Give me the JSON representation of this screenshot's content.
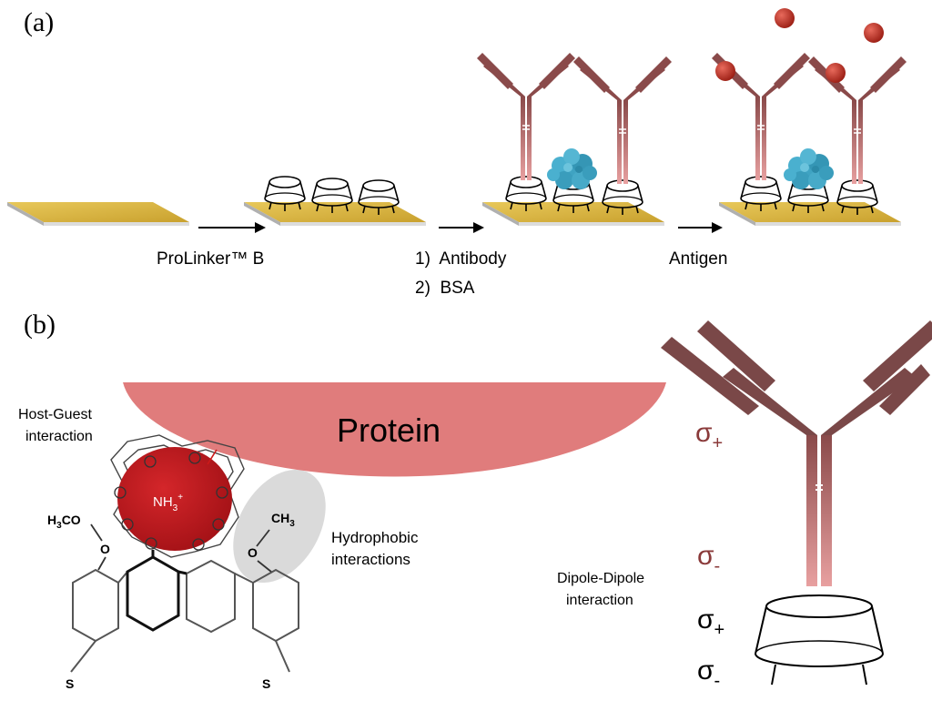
{
  "panel_a": {
    "label": "(a)",
    "step1_label": "ProLinker™ B",
    "step2_label_line1": "1)  Antibody",
    "step2_label_line2": "2)  BSA",
    "step3_label": "Antigen"
  },
  "panel_b": {
    "label": "(b)",
    "protein_label": "Protein",
    "host_guest_line1": "Host-Guest",
    "host_guest_line2": "interaction",
    "hydrophobic_line1": "Hydrophobic",
    "hydrophobic_line2": "interactions",
    "ammonium_main": "NH",
    "ammonium_sub": "3",
    "ammonium_sup": "+",
    "methyl_left_h": "H",
    "methyl_left_sub": "3",
    "methyl_left_c": "CO",
    "methyl_right_ch": "CH",
    "methyl_right_sub": "3",
    "oxygen": "O",
    "sulfur": "S",
    "dipole_line1": "Dipole-Dipole",
    "dipole_line2": "interaction",
    "sigma": "σ",
    "plus": "+",
    "minus": "-"
  },
  "colors": {
    "gold": "#d7b440",
    "gold_dark": "#a98a23",
    "antibody": "#8a4a4a",
    "protein": "#e07c7c",
    "guest": "#c0161b",
    "bsa": "#3fa3c2",
    "sigma_antibody": "#8a3a3a"
  }
}
